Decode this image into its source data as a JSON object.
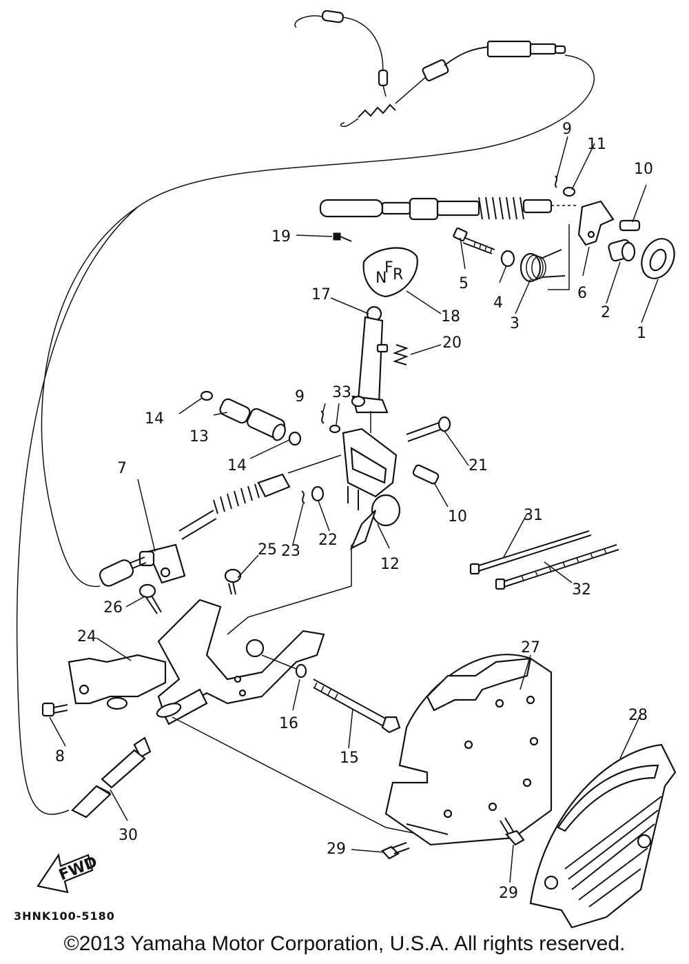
{
  "diagram": {
    "drawing_code": "3HNK100-5180",
    "fwd_label": "FWD",
    "copyright": "©2013 Yamaha Motor Corporation, U.S.A. All rights reserved.",
    "callouts": {
      "c1": "1",
      "c2": "2",
      "c3": "3",
      "c4": "4",
      "c5": "5",
      "c6": "6",
      "c7": "7",
      "c8": "8",
      "c9a": "9",
      "c9b": "9",
      "c10a": "10",
      "c10b": "10",
      "c11": "11",
      "c12": "12",
      "c13": "13",
      "c14a": "14",
      "c14b": "14",
      "c15": "15",
      "c16": "16",
      "c17": "17",
      "c18": "18",
      "c19": "19",
      "c20": "20",
      "c21": "21",
      "c22": "22",
      "c23": "23",
      "c24": "24",
      "c25": "25",
      "c26": "26",
      "c27": "27",
      "c28": "28",
      "c29a": "29",
      "c29b": "29",
      "c30": "30",
      "c31": "31",
      "c32": "32",
      "c33": "33"
    },
    "knob_marks": [
      "F",
      "N",
      "R"
    ]
  }
}
